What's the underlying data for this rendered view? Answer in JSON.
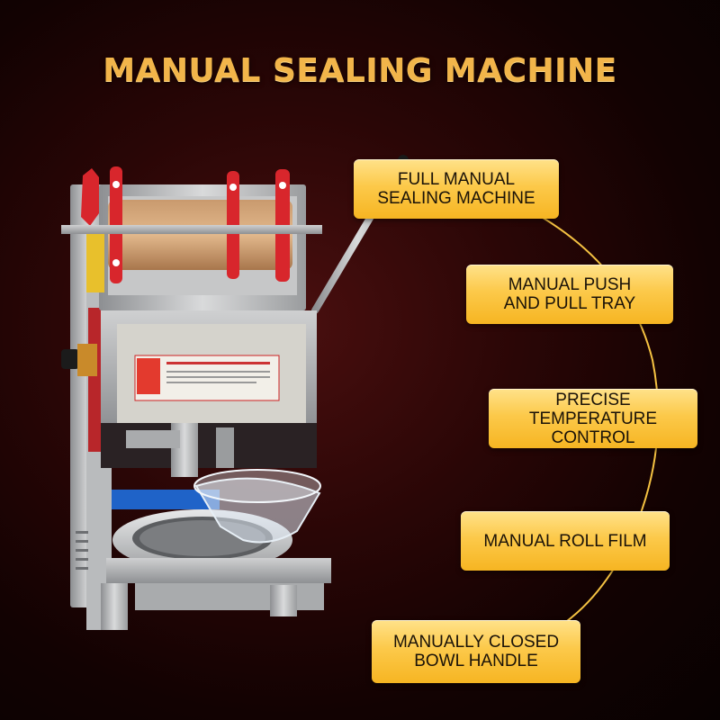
{
  "title": "MANUAL SEALING MACHINE",
  "callouts": [
    {
      "line1": "FULL MANUAL",
      "line2": "SEALING MACHINE"
    },
    {
      "line1": "MANUAL PUSH",
      "line2": "AND PULL TRAY"
    },
    {
      "line1": "PRECISE TEMPERATURE",
      "line2": "CONTROL"
    },
    {
      "line1": "MANUAL ROLL FILM",
      "line2": ""
    },
    {
      "line1": "MANUALLY CLOSED",
      "line2": "BOWL HANDLE"
    }
  ],
  "colors": {
    "title": "#f2b54a",
    "callout": "#fcc94a",
    "curve": "#f5c242",
    "background": "#2a0606"
  }
}
